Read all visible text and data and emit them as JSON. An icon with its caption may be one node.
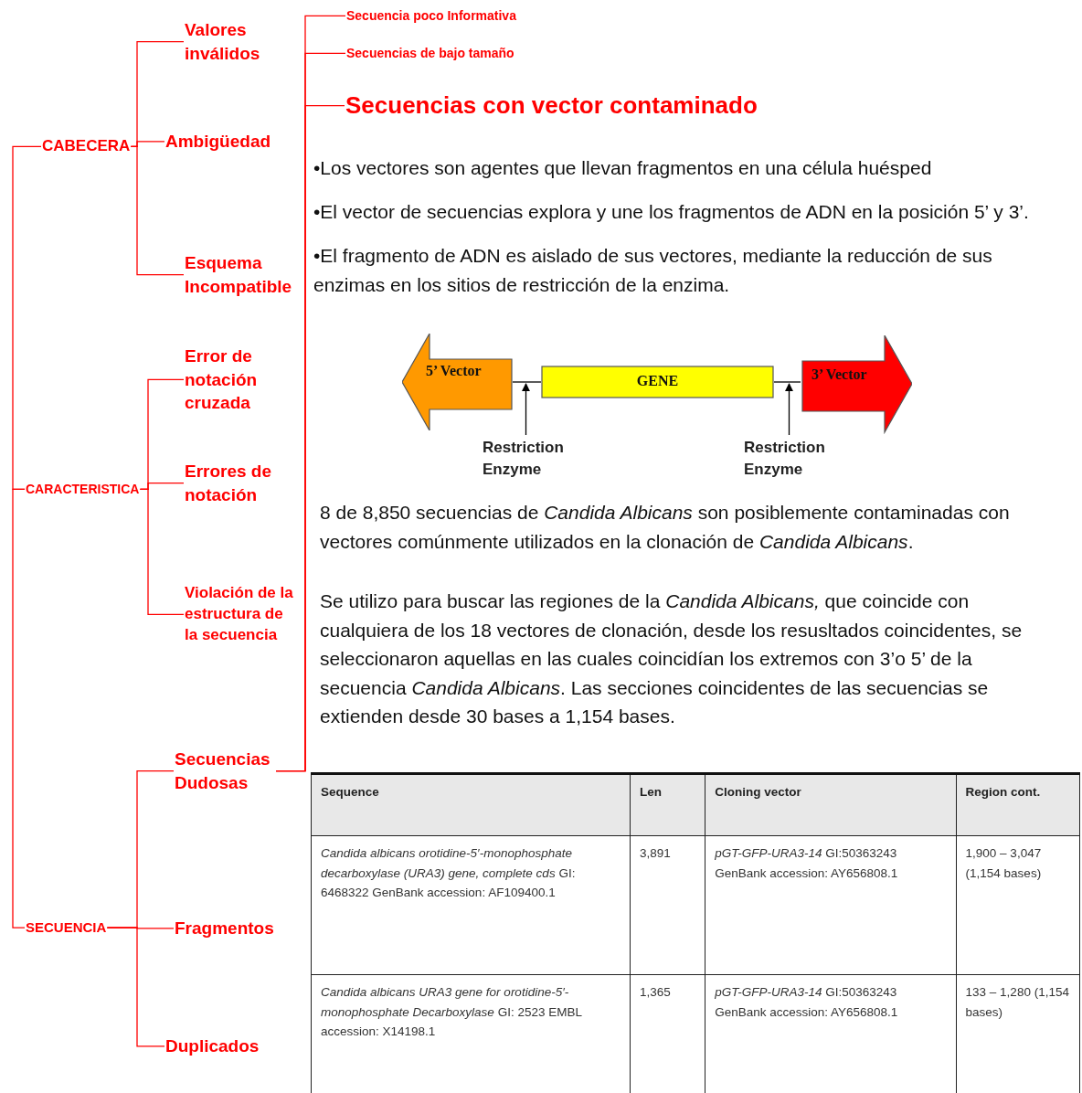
{
  "diagram": {
    "nodes": [
      {
        "text": [
          "CABECERA"
        ]
      },
      {
        "text": [
          "Valores inválidos"
        ]
      },
      {
        "text": [
          "Ambigüedad"
        ]
      },
      {
        "text": [
          "Esquema Incompatible"
        ]
      },
      {
        "text": [
          "CARACTERISTICA"
        ]
      },
      {
        "text": [
          "Error de notación cruzada"
        ]
      },
      {
        "text": [
          "Errores de notación"
        ]
      },
      {
        "text": [
          "Violación de la estructura de la secuencia"
        ]
      },
      {
        "text": [
          "SECUENCIA"
        ]
      },
      {
        "text": [
          "Secuencias Dudosas"
        ]
      },
      {
        "text": [
          "Fragmentos"
        ]
      },
      {
        "text": [
          "Duplicados"
        ]
      },
      {
        "text": [
          "Secuencia poco Informativa"
        ]
      },
      {
        "text": [
          "Secuencias de bajo tamaño"
        ]
      },
      {
        "text": [
          "Secuencias con vector contaminado"
        ]
      },
      {
        "text": [
          "5’ Vector"
        ]
      },
      {
        "text": [
          "GENE"
        ]
      },
      {
        "text": [
          "3’ Vector"
        ]
      },
      {
        "text": [
          "Restriction Enzyme"
        ]
      },
      {
        "text": [
          "Restriction Enzyme"
        ]
      }
    ],
    "edges": [
      {
        "from": 0,
        "to": 1,
        "arrow": "none"
      },
      {
        "from": 0,
        "to": 2,
        "arrow": "none"
      },
      {
        "from": 0,
        "to": 3,
        "arrow": "none"
      },
      {
        "from": 4,
        "to": 5,
        "arrow": "none"
      },
      {
        "from": 4,
        "to": 6,
        "arrow": "none"
      },
      {
        "from": 4,
        "to": 7,
        "arrow": "none"
      },
      {
        "from": 8,
        "to": 9,
        "arrow": "none"
      },
      {
        "from": 8,
        "to": 10,
        "arrow": "none"
      },
      {
        "from": 8,
        "to": 11,
        "arrow": "none"
      },
      {
        "from": 9,
        "to": 12,
        "arrow": "none"
      },
      {
        "from": 9,
        "to": 13,
        "arrow": "none"
      },
      {
        "from": 9,
        "to": 14,
        "arrow": "none"
      },
      {
        "from": 0,
        "to": 4,
        "arrow": "none"
      },
      {
        "from": 4,
        "to": 8,
        "arrow": "none"
      },
      {
        "from": 15,
        "to": 16,
        "arrow": "none",
        "color": "#000000"
      },
      {
        "from": 16,
        "to": 17,
        "arrow": "none",
        "color": "#000000"
      },
      {
        "from": 18,
        "to": 16,
        "arrow": "to",
        "color": "#000000"
      },
      {
        "from": 19,
        "to": 16,
        "arrow": "to",
        "color": "#000000"
      }
    ],
    "labels": [
      "•Los vectores son agentes que llevan fragmentos en una célula huésped",
      "•El vector de secuencias explora y une los fragmentos de ADN en la posición 5’ y 3’.",
      "•El fragmento de ADN es aislado de sus vectores, mediante la reducción de sus enzimas en los sitios de restricción de la enzima.",
      "8 de 8,850 secuencias de *Candida Albicans* son posiblemente contaminadas con vectores comúnmente utilizados en la clonación de *Candida Albicans*.",
      "Se utilizo para buscar las regiones de la *Candida Albicans,* que coincide con cualquiera de los 18 vectores de clonación, desde los resusltados coincidentes,  se seleccionaron aquellas en las cuales coincidían los extremos con 3’o 5’ de la secuencia *Candida Albicans*. Las secciones coincidentes de las secuencias se extienden desde 30 bases a 1,154 bases.",
      "Sequence",
      "Len",
      "Cloning vector",
      "Region cont.",
      "*Candida albicans orotidine-5′-monophosphate decarboxylase (URA3) gene, complete cds* GI: 6468322 GenBank accession: AF109400.1",
      "3,891",
      "*pGT-GFP-URA3-14* GI:50363243 GenBank accession: AY656808.1",
      "1,900 – 3,047 (1,154 bases)",
      "*Candida albicans URA3 gene for orotidine-5′-monophosphate Decarboxylase* GI: 2523 EMBL accession: X14198.1",
      "1,365",
      "*pGT-GFP-URA3-14* GI:50363243 GenBank accession: AY656808.1",
      "133 – 1,280 (1,154 bases)"
    ]
  }
}
